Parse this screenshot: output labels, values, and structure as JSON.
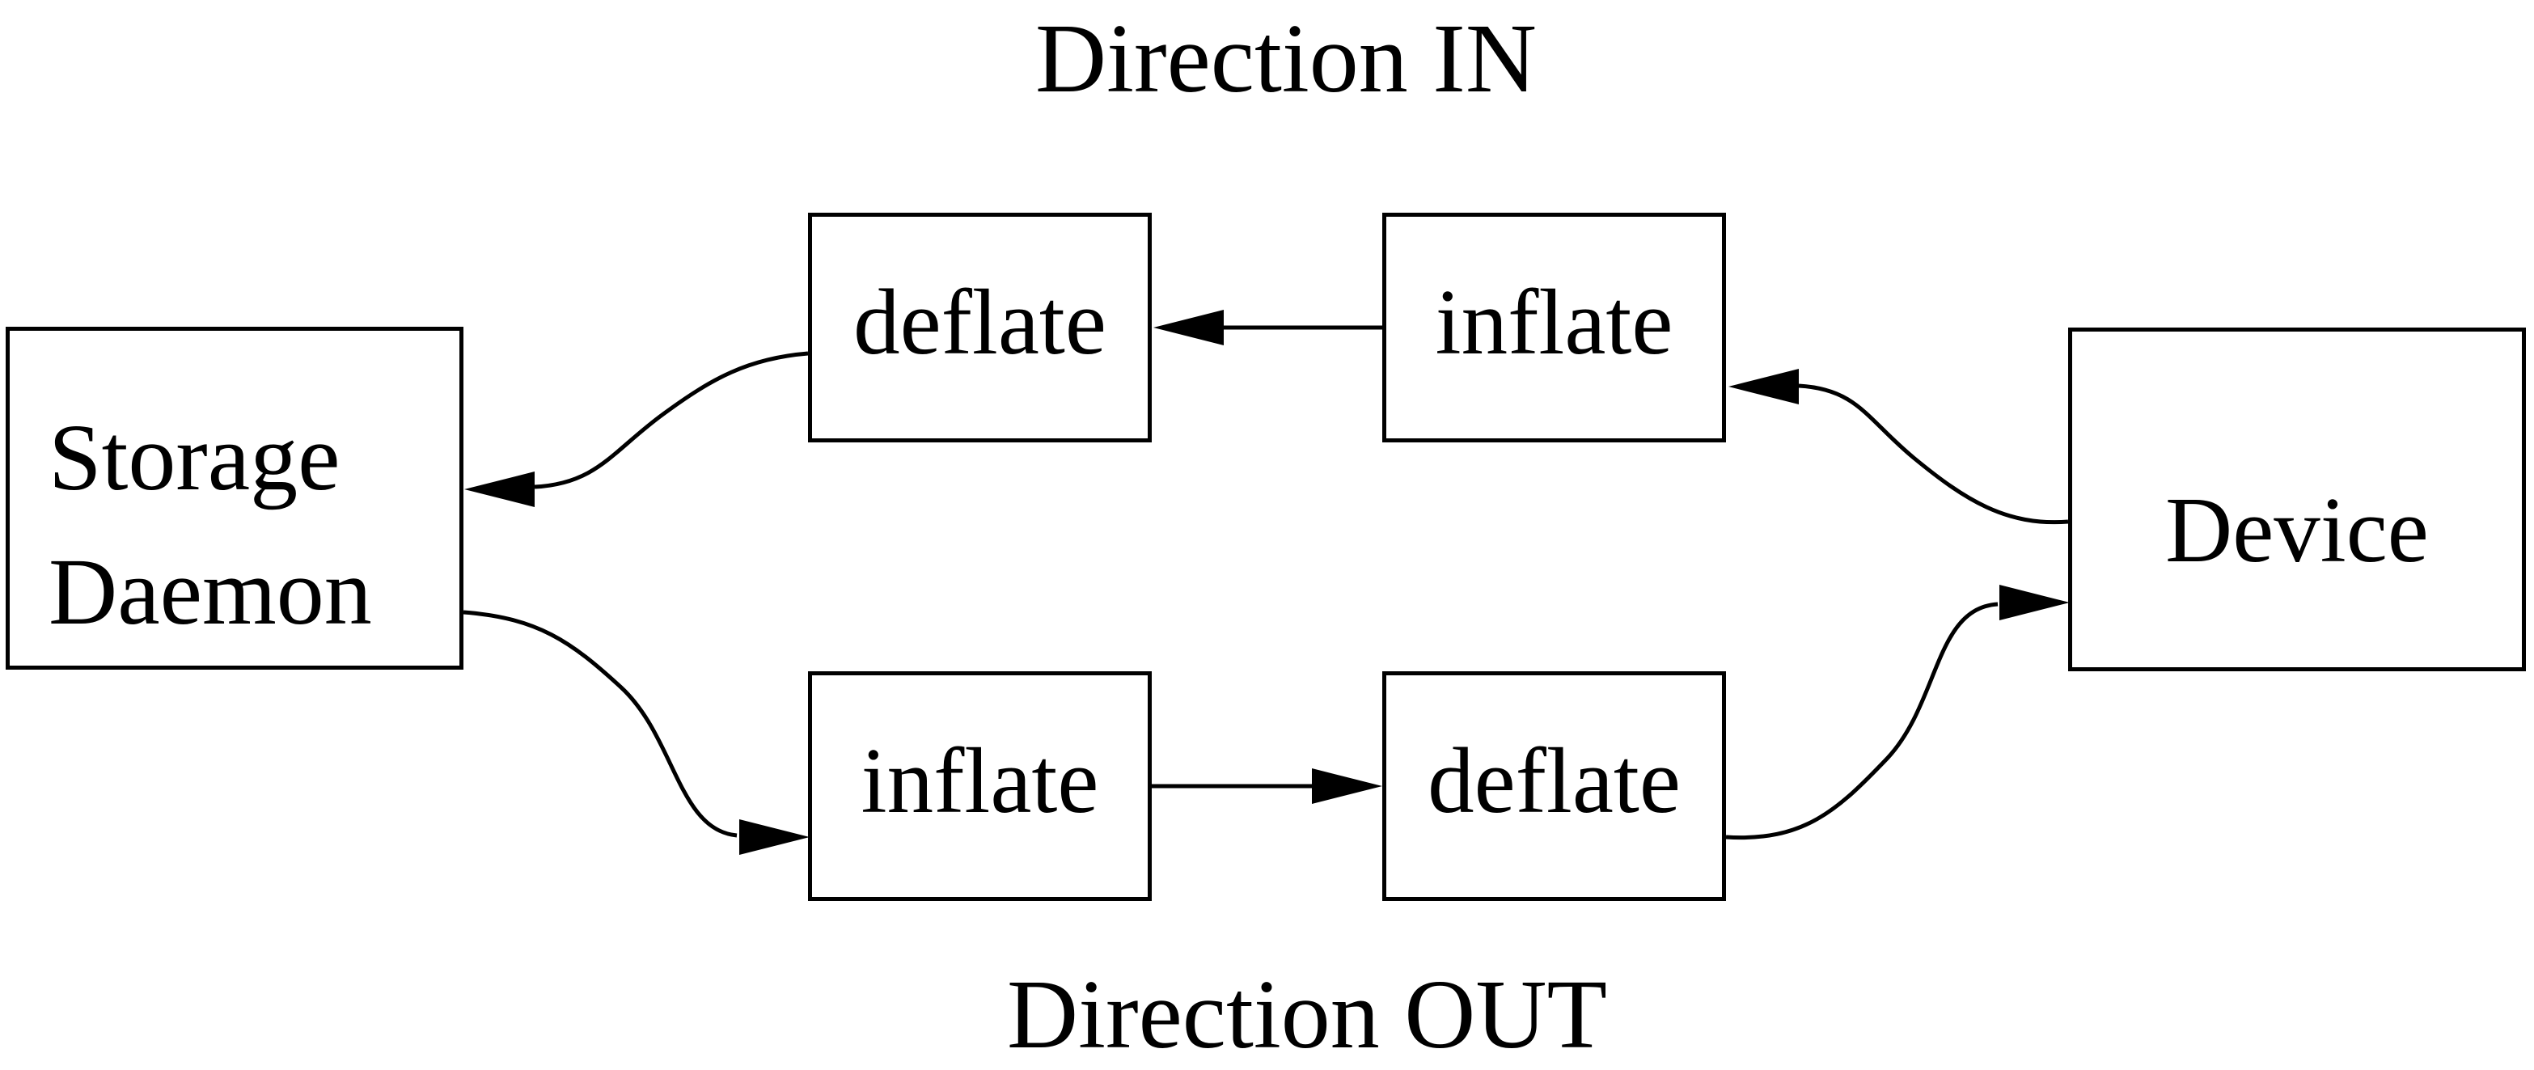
{
  "titles": {
    "in": "Direction IN",
    "out": "Direction OUT"
  },
  "nodes": {
    "storage": {
      "lines": [
        "Storage",
        "Daemon"
      ]
    },
    "deflate_in": {
      "label": "deflate"
    },
    "inflate_in": {
      "label": "inflate"
    },
    "inflate_out": {
      "label": "inflate"
    },
    "deflate_out": {
      "label": "deflate"
    },
    "device": {
      "label": "Device"
    }
  },
  "edges": [
    {
      "name": "device-to-inflate-in",
      "from": "Device",
      "to": "inflate (IN row)",
      "arrow_direction": "left"
    },
    {
      "name": "inflate-to-deflate-in",
      "from": "inflate (IN row)",
      "to": "deflate (IN row)",
      "arrow_direction": "left"
    },
    {
      "name": "deflate-to-storage-in",
      "from": "deflate (IN row)",
      "to": "Storage Daemon",
      "arrow_direction": "left"
    },
    {
      "name": "storage-to-inflate-out",
      "from": "Storage Daemon",
      "to": "inflate (OUT row)",
      "arrow_direction": "right"
    },
    {
      "name": "inflate-to-deflate-out",
      "from": "inflate (OUT row)",
      "to": "deflate (OUT row)",
      "arrow_direction": "right"
    },
    {
      "name": "deflate-to-device-out",
      "from": "deflate (OUT row)",
      "to": "Device",
      "arrow_direction": "right"
    }
  ],
  "colors": {
    "background": "#ffffff",
    "stroke": "#000000",
    "text": "#000000"
  }
}
